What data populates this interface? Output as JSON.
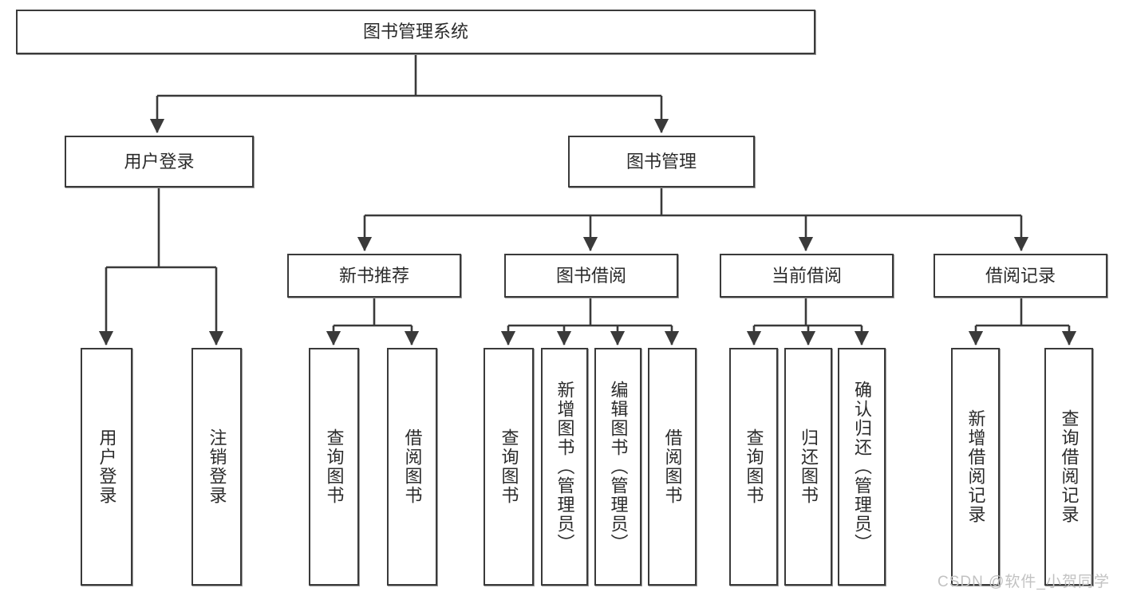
{
  "diagram": {
    "title": "图书管理系统",
    "type": "tree-hierarchy-chart",
    "watermark": "CSDN @软件_小贺同学",
    "colors": {
      "background": "#ffffff",
      "node_border": "#3a3a3a",
      "node_fill": "#ffffff",
      "edge": "#3a3a3a",
      "text": "#2b2b2b",
      "watermark": "#c2c2c2"
    },
    "levels": {
      "root": {
        "label": "图书管理系统"
      },
      "level1": [
        {
          "id": "user-login",
          "label": "用户登录"
        },
        {
          "id": "book-management",
          "label": "图书管理"
        }
      ],
      "level2": [
        {
          "id": "new-book-recommend",
          "label": "新书推荐",
          "parent": "book-management"
        },
        {
          "id": "book-borrow",
          "label": "图书借阅",
          "parent": "book-management"
        },
        {
          "id": "current-borrow",
          "label": "当前借阅",
          "parent": "book-management"
        },
        {
          "id": "borrow-record",
          "label": "借阅记录",
          "parent": "book-management"
        }
      ],
      "leaves": [
        {
          "id": "leaf-user-login",
          "label": "用户登录",
          "parent": "user-login"
        },
        {
          "id": "leaf-logout-login",
          "label": "注销登录",
          "parent": "user-login"
        },
        {
          "id": "leaf-query-book-1",
          "label": "查询图书",
          "parent": "new-book-recommend"
        },
        {
          "id": "leaf-borrow-book-1",
          "label": "借阅图书",
          "parent": "new-book-recommend"
        },
        {
          "id": "leaf-query-book-2",
          "label": "查询图书",
          "parent": "book-borrow"
        },
        {
          "id": "leaf-add-book",
          "label": "新增图书（管理员）",
          "parent": "book-borrow"
        },
        {
          "id": "leaf-edit-book",
          "label": "编辑图书（管理员）",
          "parent": "book-borrow"
        },
        {
          "id": "leaf-borrow-book-2",
          "label": "借阅图书",
          "parent": "book-borrow"
        },
        {
          "id": "leaf-query-book-3",
          "label": "查询图书",
          "parent": "current-borrow"
        },
        {
          "id": "leaf-return-book",
          "label": "归还图书",
          "parent": "current-borrow"
        },
        {
          "id": "leaf-confirm-return",
          "label": "确认归还（管理员）",
          "parent": "current-borrow"
        },
        {
          "id": "leaf-add-record",
          "label": "新增借阅记录",
          "parent": "borrow-record"
        },
        {
          "id": "leaf-query-record",
          "label": "查询借阅记录",
          "parent": "borrow-record"
        }
      ]
    }
  }
}
